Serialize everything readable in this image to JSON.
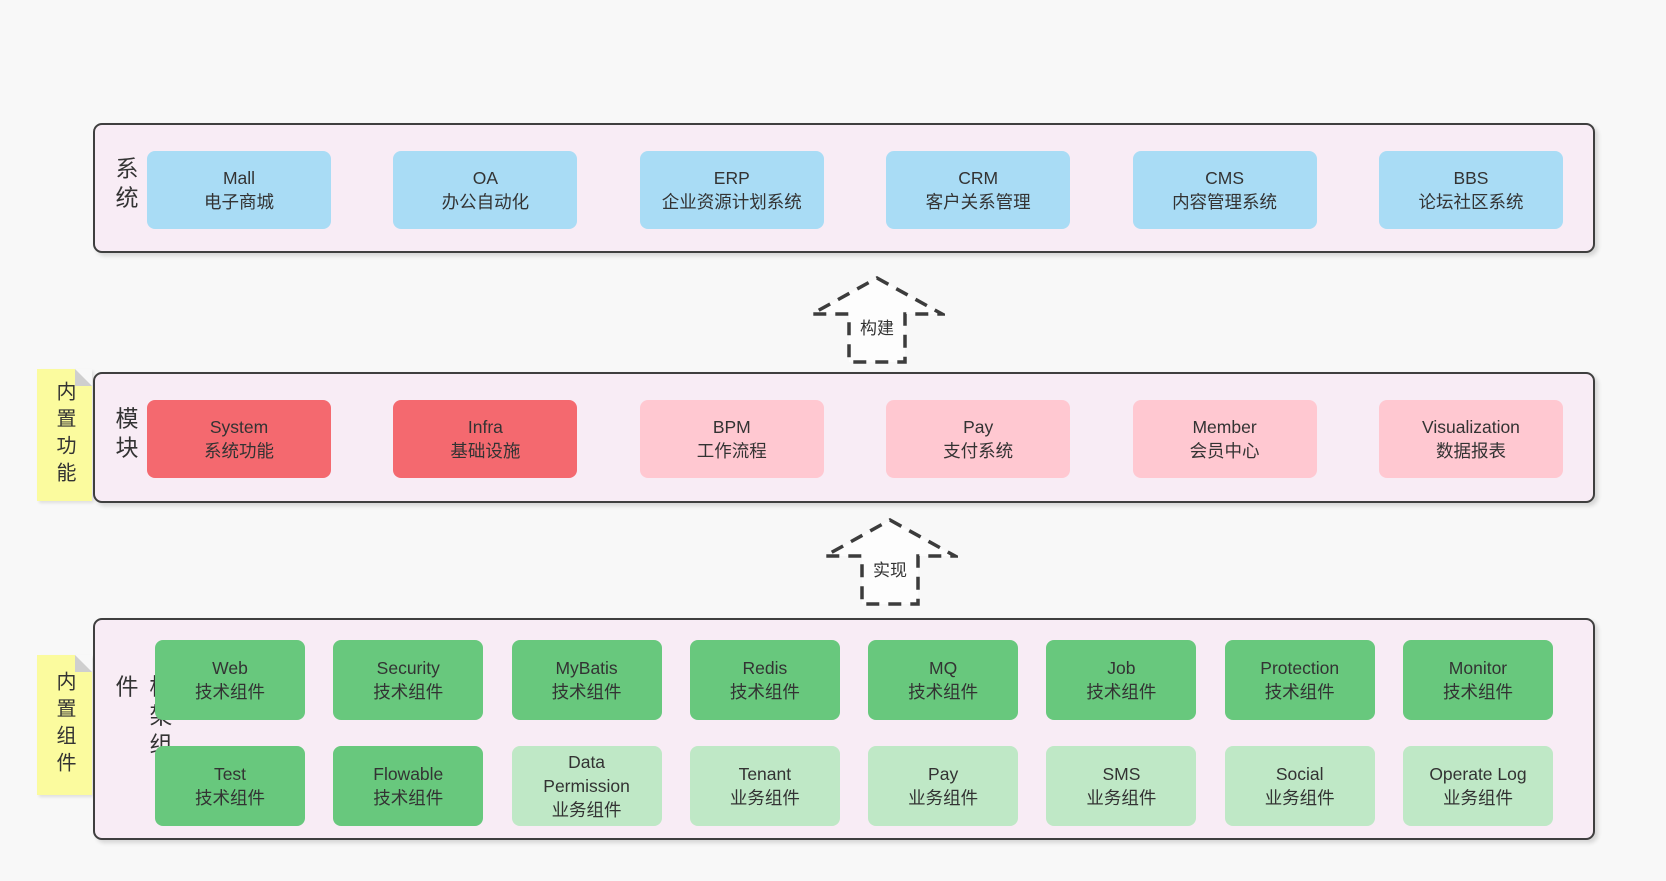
{
  "colors": {
    "page_bg": "#f8f8f8",
    "band_bg": "#f8ecf5",
    "band_border": "#3f3f3f",
    "box_blue": "#a9dcf5",
    "box_red": "#f4696f",
    "box_pink": "#ffc8d1",
    "box_green": "#68c87d",
    "box_green_light": "#bfe8c6",
    "sticky_yellow": "#fbfb9e",
    "sticky_fold": "#cfcfcf",
    "text": "#333333"
  },
  "arrows": [
    {
      "label": "构建"
    },
    {
      "label": "实现"
    }
  ],
  "bands": [
    {
      "label": "业务系统",
      "boxes": [
        {
          "en": "Mall",
          "zh": "电子商城",
          "type": "blue"
        },
        {
          "en": "OA",
          "zh": "办公自动化",
          "type": "blue"
        },
        {
          "en": "ERP",
          "zh": "企业资源计划系统",
          "type": "blue"
        },
        {
          "en": "CRM",
          "zh": "客户关系管理",
          "type": "blue"
        },
        {
          "en": "CMS",
          "zh": "内容管理系统",
          "type": "blue"
        },
        {
          "en": "BBS",
          "zh": "论坛社区系统",
          "type": "blue"
        }
      ]
    },
    {
      "label": "通用模块",
      "sticky": "内置功能",
      "boxes": [
        {
          "en": "System",
          "zh": "系统功能",
          "type": "red"
        },
        {
          "en": "Infra",
          "zh": "基础设施",
          "type": "red"
        },
        {
          "en": "BPM",
          "zh": "工作流程",
          "type": "pink"
        },
        {
          "en": "Pay",
          "zh": "支付系统",
          "type": "pink"
        },
        {
          "en": "Member",
          "zh": "会员中心",
          "type": "pink"
        },
        {
          "en": "Visualization",
          "zh": "数据报表",
          "type": "pink"
        }
      ]
    },
    {
      "label": "框架组件",
      "sticky": "内置组件",
      "rows": [
        [
          {
            "en": "Web",
            "zh": "技术组件",
            "type": "green"
          },
          {
            "en": "Security",
            "zh": "技术组件",
            "type": "green"
          },
          {
            "en": "MyBatis",
            "zh": "技术组件",
            "type": "green"
          },
          {
            "en": "Redis",
            "zh": "技术组件",
            "type": "green"
          },
          {
            "en": "MQ",
            "zh": "技术组件",
            "type": "green"
          },
          {
            "en": "Job",
            "zh": "技术组件",
            "type": "green"
          },
          {
            "en": "Protection",
            "zh": "技术组件",
            "type": "green"
          },
          {
            "en": "Monitor",
            "zh": "技术组件",
            "type": "green"
          }
        ],
        [
          {
            "en": "Test",
            "zh": "技术组件",
            "type": "green"
          },
          {
            "en": "Flowable",
            "zh": "技术组件",
            "type": "green"
          },
          {
            "en": "Data Permission",
            "zh": "业务组件",
            "type": "green-light"
          },
          {
            "en": "Tenant",
            "zh": "业务组件",
            "type": "green-light"
          },
          {
            "en": "Pay",
            "zh": "业务组件",
            "type": "green-light"
          },
          {
            "en": "SMS",
            "zh": "业务组件",
            "type": "green-light"
          },
          {
            "en": "Social",
            "zh": "业务组件",
            "type": "green-light"
          },
          {
            "en": "Operate Log",
            "zh": "业务组件",
            "type": "green-light"
          }
        ]
      ]
    }
  ]
}
